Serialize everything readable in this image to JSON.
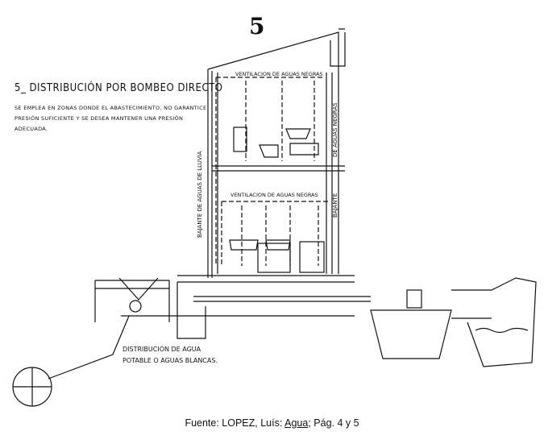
{
  "page_number": "5",
  "title": "5_ DISTRIBUCIÓN POR BOMBEO DIRECTO",
  "description_line1": "SE EMPLEA EN ZONAS DONDE EL ABASTECIMIENTO, NO GARANTICE",
  "description_line2": "PRESIÓN SUFICIENTE Y SE DESEA MANTENER UNA PRESIÓN ADECUADA.",
  "labels": {
    "vent_upper": "VENTILACION DE AGUAS NEGRAS",
    "vent_lower": "VENTILACION DE AGUAS NEGRAS",
    "rain_downpipe": "BAJANTE DE AGUAS DE LLUVIA",
    "black_water_downpipe": "DE AGUAS NEGRAS",
    "downpipe_short": "BAJANTE",
    "distribution_line1": "DISTRIBUCIÓN DE AGUA",
    "distribution_line2": "POTABLE O AGUAS BLANCAS."
  },
  "caption": {
    "prefix": "Fuente: LOPEZ, Luís: ",
    "book": "Agua",
    "suffix": "; Pág. 4 y 5"
  }
}
